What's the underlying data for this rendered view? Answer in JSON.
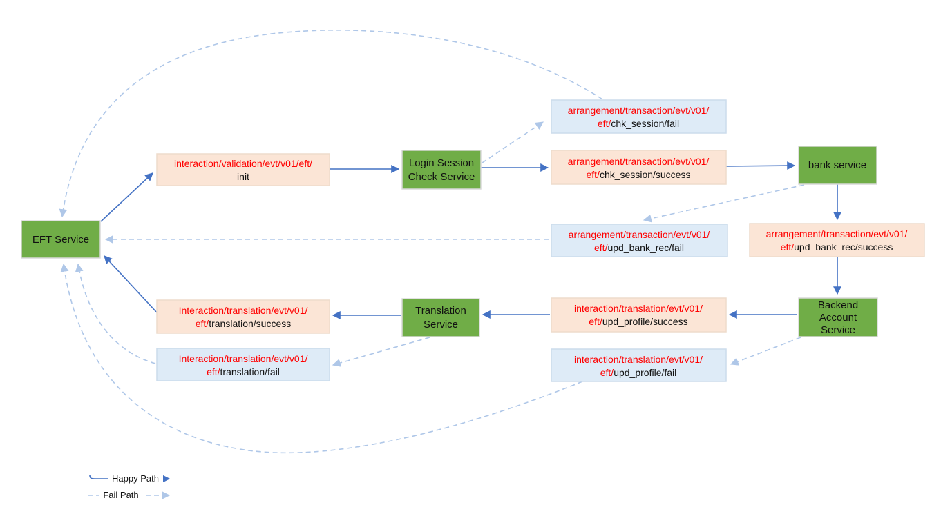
{
  "diagram": {
    "services": {
      "eft": {
        "label": "EFT Service"
      },
      "login": {
        "lines": [
          "Login Session",
          "Check Service"
        ]
      },
      "bank": {
        "label": "bank service"
      },
      "backend": {
        "lines": [
          "Backend",
          "Account",
          "Service"
        ]
      },
      "translation": {
        "lines": [
          "Translation",
          "Service"
        ]
      }
    },
    "events": {
      "init": {
        "line1_red": "interaction/validation/evt/v01/eft/",
        "line2_red": "",
        "line2_black": "init",
        "variant": "success"
      },
      "chk_session_fail": {
        "line1_red": "arrangement/transaction/evt/v01/",
        "line2_red": "eft/",
        "line2_black": "chk_session/fail",
        "variant": "fail"
      },
      "chk_session_success": {
        "line1_red": "arrangement/transaction/evt/v01/",
        "line2_red": "eft/",
        "line2_black": "chk_session/success",
        "variant": "success"
      },
      "upd_bank_rec_success": {
        "line1_red": "arrangement/transaction/evt/v01/",
        "line2_red": "eft/",
        "line2_black": "upd_bank_rec/success",
        "variant": "success"
      },
      "upd_bank_rec_fail": {
        "line1_red": "arrangement/transaction/evt/v01/",
        "line2_red": "eft/",
        "line2_black": "upd_bank_rec/fail",
        "variant": "fail"
      },
      "upd_profile_success": {
        "line1_red": "interaction/translation/evt/v01/",
        "line2_red": "eft/",
        "line2_black": "upd_profile/success",
        "variant": "success"
      },
      "upd_profile_fail": {
        "line1_red": "interaction/translation/evt/v01/",
        "line2_red": "eft/",
        "line2_black": "upd_profile/fail",
        "variant": "fail"
      },
      "translation_success": {
        "line1_red": "Interaction/translation/evt/v01/",
        "line2_red": "eft/",
        "line2_black": "translation/success",
        "variant": "success"
      },
      "translation_fail": {
        "line1_red": "Interaction/translation/evt/v01/",
        "line2_red": "eft/",
        "line2_black": "translation/fail",
        "variant": "fail"
      }
    },
    "edges": [
      {
        "from": "EFT Service",
        "to": "interaction/validation/evt/v01/eft/init",
        "type": "happy"
      },
      {
        "from": "interaction/validation/evt/v01/eft/init",
        "to": "Login Session Check Service",
        "type": "happy"
      },
      {
        "from": "Login Session Check Service",
        "to": "arrangement/transaction/evt/v01/eft/chk_session/success",
        "type": "happy"
      },
      {
        "from": "Login Session Check Service",
        "to": "arrangement/transaction/evt/v01/eft/chk_session/fail",
        "type": "fail"
      },
      {
        "from": "arrangement/transaction/evt/v01/eft/chk_session/success",
        "to": "bank service",
        "type": "happy"
      },
      {
        "from": "arrangement/transaction/evt/v01/eft/chk_session/fail",
        "to": "EFT Service",
        "type": "fail"
      },
      {
        "from": "bank service",
        "to": "arrangement/transaction/evt/v01/eft/upd_bank_rec/success",
        "type": "happy"
      },
      {
        "from": "bank service",
        "to": "arrangement/transaction/evt/v01/eft/upd_bank_rec/fail",
        "type": "fail"
      },
      {
        "from": "arrangement/transaction/evt/v01/eft/upd_bank_rec/fail",
        "to": "EFT Service",
        "type": "fail"
      },
      {
        "from": "arrangement/transaction/evt/v01/eft/upd_bank_rec/success",
        "to": "Backend Account Service",
        "type": "happy"
      },
      {
        "from": "Backend Account Service",
        "to": "interaction/translation/evt/v01/eft/upd_profile/success",
        "type": "happy"
      },
      {
        "from": "Backend Account Service",
        "to": "interaction/translation/evt/v01/eft/upd_profile/fail",
        "type": "fail"
      },
      {
        "from": "interaction/translation/evt/v01/eft/upd_profile/success",
        "to": "Translation Service",
        "type": "happy"
      },
      {
        "from": "interaction/translation/evt/v01/eft/upd_profile/fail",
        "to": "EFT Service",
        "type": "fail"
      },
      {
        "from": "Translation Service",
        "to": "Interaction/translation/evt/v01/eft/translation/success",
        "type": "happy"
      },
      {
        "from": "Translation Service",
        "to": "Interaction/translation/evt/v01/eft/translation/fail",
        "type": "fail"
      },
      {
        "from": "Interaction/translation/evt/v01/eft/translation/success",
        "to": "EFT Service",
        "type": "happy"
      },
      {
        "from": "Interaction/translation/evt/v01/eft/translation/fail",
        "to": "EFT Service",
        "type": "fail"
      }
    ],
    "legend": {
      "happy_label": "Happy Path",
      "fail_label": "Fail Path"
    },
    "colors": {
      "happy": "#4472C4",
      "fail": "#AFC7E8",
      "service_fill": "#70AD47",
      "success_fill": "#FBE5D6",
      "fail_fill": "#DEEBF7",
      "path_red": "#FF0000"
    }
  }
}
